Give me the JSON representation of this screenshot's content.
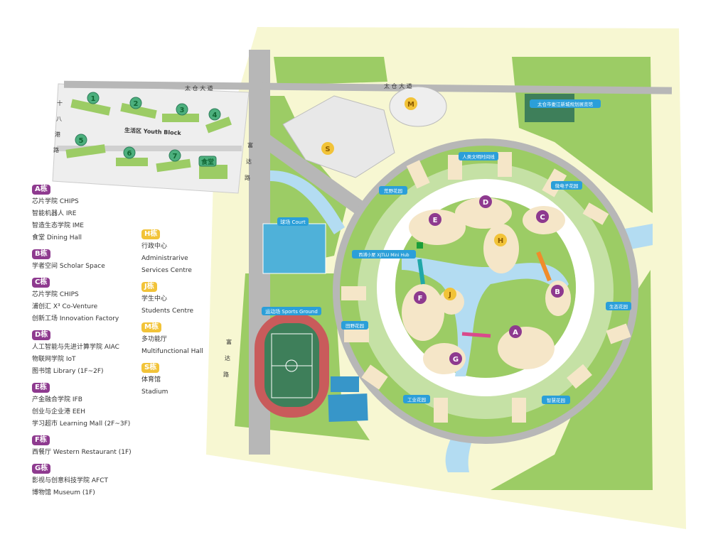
{
  "roads": {
    "taicang_top": "太 仓 大 道",
    "taicang_top2": "太 仓 大 道",
    "shiba_gang": [
      "十",
      "八",
      "港",
      "路"
    ],
    "fuda_1": [
      "富",
      "达",
      "路"
    ],
    "fuda_2": [
      "富",
      "达",
      "路"
    ]
  },
  "labels": {
    "youth_block": "生活区 Youth Block",
    "canteen": "食堂",
    "court": "球场 Court",
    "sports_ground": "运动场 Sports Ground",
    "mini_hub": "西浦小屋 XJTLU Mini Hub",
    "humanity_corridor": "人类文明时间线",
    "planning_hall": "太仓市娄江新城规划展览馆",
    "wild_garden": "荒野花园",
    "micro_garden": "微电子花园",
    "eco_garden": "生态花园",
    "field_garden": "田野花园",
    "industry_garden": "工业花园",
    "smart_garden": "智慧花园"
  },
  "youth_numbers": [
    "1",
    "2",
    "3",
    "4",
    "5",
    "6",
    "7"
  ],
  "building_markers": {
    "A": "A",
    "B": "B",
    "C": "C",
    "D": "D",
    "E": "E",
    "F": "F",
    "G": "G",
    "H": "H",
    "J": "J",
    "M": "M",
    "S": "S"
  },
  "legend_left": [
    {
      "badge": "A栋",
      "items": [
        "芯片学院 CHIPS",
        "智能机器人 IRE",
        "智造生态学院 IME",
        "食堂 Dining Hall"
      ]
    },
    {
      "badge": "B栋",
      "items": [
        "学者空间 Scholar Space"
      ]
    },
    {
      "badge": "C栋",
      "items": [
        "芯片学院 CHIPS",
        "浦创汇  X³ Co-Venture",
        "创新工场 Innovation Factory"
      ]
    },
    {
      "badge": "D栋",
      "items": [
        "人工智能与先进计算学院 AIAC",
        "物联网学院 IoT",
        "图书馆 Library (1F~2F)"
      ]
    },
    {
      "badge": "E栋",
      "items": [
        "产金融合学院 IFB",
        "创业与企业港 EEH",
        "学习超市 Learning Mall (2F~3F)"
      ]
    },
    {
      "badge": "F栋",
      "items": [
        "西餐厅 Western Restaurant (1F)"
      ]
    },
    {
      "badge": "G栋",
      "items": [
        "影视与创意科技学院 AFCT",
        "博物馆 Museum (1F)"
      ]
    }
  ],
  "legend_right": [
    {
      "badge": "H栋",
      "items": [
        "行政中心",
        "Administrarive",
        "Services Centre"
      ]
    },
    {
      "badge": "J栋",
      "items": [
        "学生中心",
        "Students Centre"
      ]
    },
    {
      "badge": "M栋",
      "items": [
        "多功能厅",
        "Multifunctional Hall"
      ]
    },
    {
      "badge": "S栋",
      "items": [
        "体育馆",
        "Stadium"
      ]
    }
  ],
  "colors": {
    "grass": "#9ccc65",
    "grass_light": "#c5e1a5",
    "road": "#b7b7b7",
    "water": "#b3dcf2",
    "building": "#f5e6c8",
    "marker_purple": "#8e3a8f",
    "marker_yellow": "#f2c338",
    "marker_green": "#4caf7d",
    "label_blue": "#2b9fd9"
  }
}
